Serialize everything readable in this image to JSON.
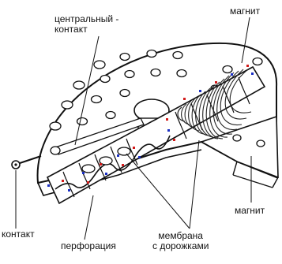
{
  "labels": {
    "central_contact_line1": "центральный -",
    "central_contact_line2": "контакт",
    "magnet_top": "магнит",
    "magnet_right": "магнит",
    "contact": "контакт",
    "perforation": "перфорация",
    "membrane_line1": "мембрана",
    "membrane_line2": "с дорожками"
  },
  "colors": {
    "ink": "#111111",
    "red_marks": "#d21a1a",
    "blue_marks": "#1a2fc4",
    "plate_fill": "#ffffff",
    "hatch": "#222222"
  }
}
